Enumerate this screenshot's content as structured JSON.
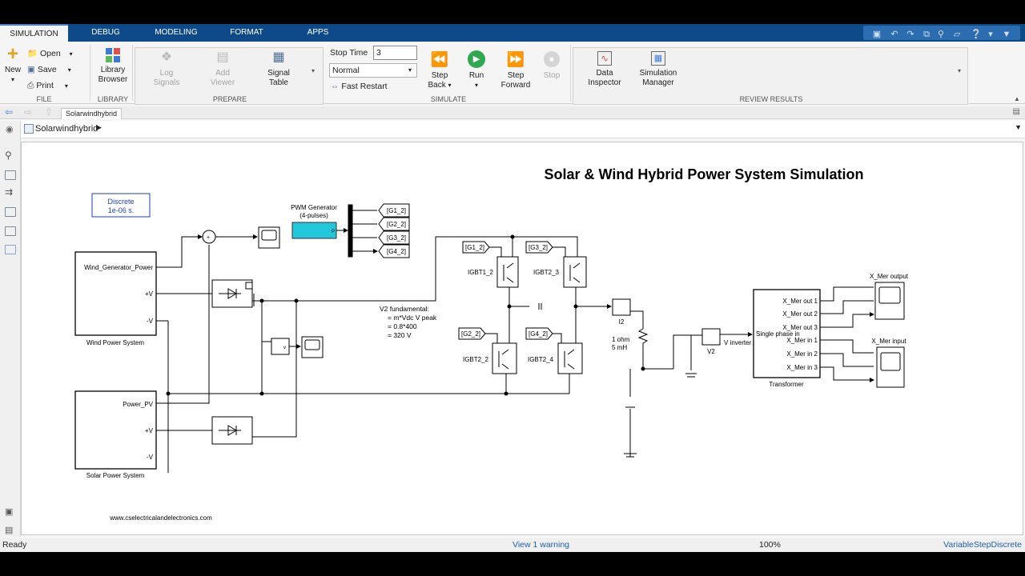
{
  "tabs": [
    {
      "label": "SIMULATION",
      "active": true
    },
    {
      "label": "DEBUG"
    },
    {
      "label": "MODELING"
    },
    {
      "label": "FORMAT"
    },
    {
      "label": "APPS"
    }
  ],
  "quick_access": [
    "save-icon",
    "undo-icon",
    "redo-icon",
    "redo-arrow-icon",
    "search-icon",
    "help-icon"
  ],
  "ribbon": {
    "file": {
      "group": "FILE",
      "new": "New",
      "open": "Open",
      "save": "Save",
      "print": "Print"
    },
    "library": {
      "group": "LIBRARY",
      "browser_line1": "Library",
      "browser_line2": "Browser"
    },
    "prepare": {
      "group": "PREPARE",
      "log_1": "Log",
      "log_2": "Signals",
      "add_1": "Add",
      "add_2": "Viewer",
      "table_1": "Signal",
      "table_2": "Table"
    },
    "simulate": {
      "group": "SIMULATE",
      "stop_time_label": "Stop Time",
      "stop_time_value": "3",
      "mode": "Normal",
      "fast_restart": "Fast Restart",
      "step_back_1": "Step",
      "step_back_2": "Back",
      "run": "Run",
      "step_fwd_1": "Step",
      "step_fwd_2": "Forward",
      "stop": "Stop"
    },
    "review": {
      "group": "REVIEW RESULTS",
      "data_1": "Data",
      "data_2": "Inspector",
      "sim_1": "Simulation",
      "sim_2": "Manager"
    }
  },
  "nav_tab": "Solarwindhybrid",
  "breadcrumb": "Solarwindhybrid",
  "diagram": {
    "title": "Solar & Wind Hybrid Power System Simulation",
    "powergui_1": "Discrete",
    "powergui_2": "1e-06 s.",
    "pwm_1": "PWM Generator",
    "pwm_2": "(4-pulses)",
    "pwm_port": "P",
    "goto_tags": [
      "[G1_2]",
      "[G2_2]",
      "[G3_2]",
      "[G4_2]"
    ],
    "from_tags": [
      "[G1_2]",
      "[G3_2]",
      "[G2_2]",
      "[G4_2]"
    ],
    "wind_block": "Wind Power System",
    "wind_out": "Wind_Generator_Power",
    "solar_block": "Solar Power System",
    "solar_out": "Power_PV",
    "pv_plus": "+V",
    "pv_minus": "-V",
    "igbts": [
      "IGBT1_2",
      "IGBT2_3",
      "IGBT2_2",
      "IGBT2_4"
    ],
    "note_1": "V2 fundamental:",
    "note_2": "= m*Vdc V peak",
    "note_3": "= 0.8*400",
    "note_4": "= 320 V",
    "meas_i": "I2",
    "load_1": "1 ohm",
    "load_2": "5 mH",
    "meas_v": "V2",
    "v_inverter": "V inverter",
    "single_phase": "Single phase in",
    "transformer": "Transformer",
    "t_outs": [
      "X_Mer out 1",
      "X_Mer out 2",
      "X_Mer out 3"
    ],
    "t_ins": [
      "X_Mer in 1",
      "X_Mer in 2",
      "X_Mer in 3"
    ],
    "scope_out": "X_Mer output",
    "scope_in": "X_Mer input",
    "website": "www.cselectricalandelectronics.com"
  },
  "status": {
    "state": "Ready",
    "warning": "View 1 warning",
    "zoom": "100%",
    "solver": "VariableStepDiscrete"
  }
}
